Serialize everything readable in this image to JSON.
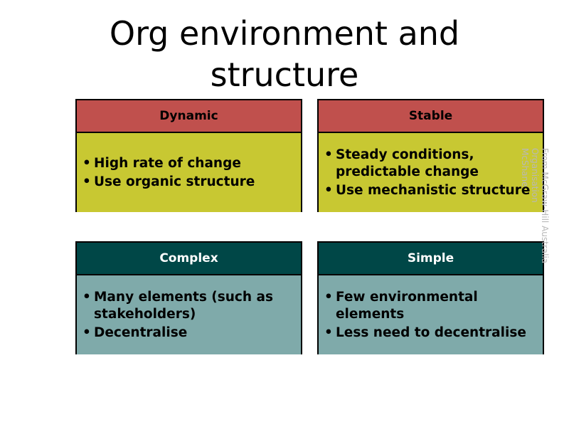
{
  "title": {
    "line1": "Org environment and",
    "line2": "structure"
  },
  "cards": {
    "dynamic": {
      "header": "Dynamic",
      "bullets": [
        "High rate of change",
        "Use organic structure"
      ]
    },
    "stable": {
      "header": "Stable",
      "bullets": [
        "Steady conditions, predictable change",
        "Use mechanistic structure"
      ]
    },
    "complex": {
      "header": "Complex",
      "bullets": [
        "Many elements (such as stakeholders)",
        "Decentralise"
      ]
    },
    "simple": {
      "header": "Simple",
      "bullets": [
        "Few environmental elements",
        "Less need to decentralise"
      ]
    }
  },
  "side_note": {
    "line1": "From McGraw-Hill Australia",
    "line2": "Organisation",
    "line3": "McShane"
  },
  "colors": {
    "red_header": "#c0504d",
    "olive_body": "#c8c832",
    "teal_header": "#004747",
    "teal_body": "#7faaaa"
  }
}
